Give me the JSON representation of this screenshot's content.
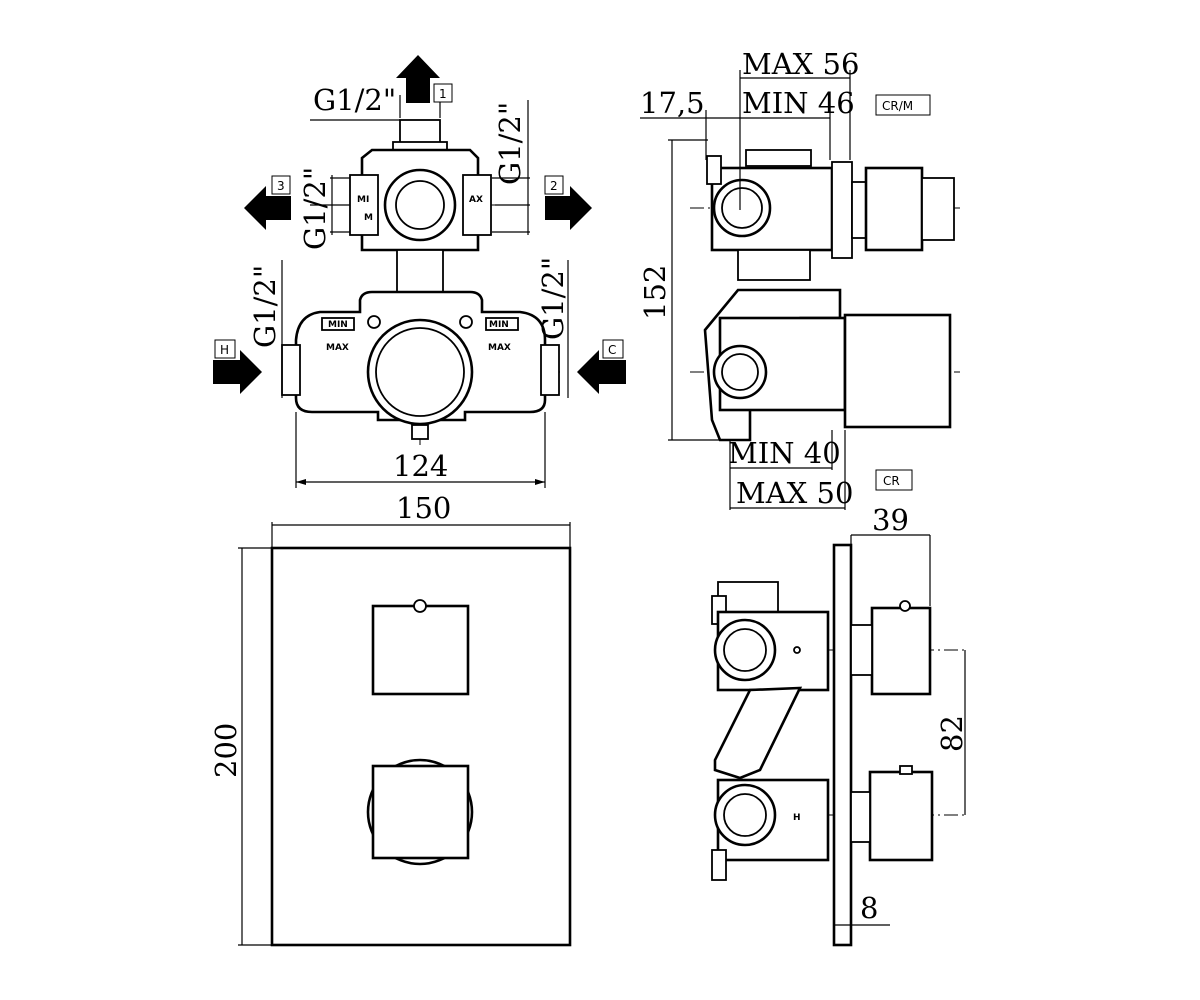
{
  "top_view": {
    "port_size_top": "G1/2\"",
    "port_size_right": "G1/2\"",
    "port_size_left": "G1/2\"",
    "port_size_hot": "G1/2\"",
    "port_size_cold": "G1/2\"",
    "outlet_1": "1",
    "outlet_2": "2",
    "outlet_3": "3",
    "inlet_hot": "H",
    "inlet_cold": "C",
    "width_body": "124",
    "min_label": "MIN",
    "max_label": "MAX",
    "min_label_short": "MI",
    "min_label_short_2": "M",
    "max_label_short": "AX"
  },
  "side_view_top": {
    "max_depth": "MAX 56",
    "min_depth": "MIN 46",
    "offset": "17,5",
    "height": "152",
    "min_depth_bottom": "MIN 40",
    "max_depth_bottom": "MAX 50",
    "variant_top": "CR/M",
    "variant_bottom": "CR"
  },
  "front_view": {
    "plate_width": "150",
    "plate_height": "200"
  },
  "side_view_bottom": {
    "handle_depth": "39",
    "axis_spacing": "82",
    "plate_thickness": "8",
    "hot_mark": "H"
  }
}
